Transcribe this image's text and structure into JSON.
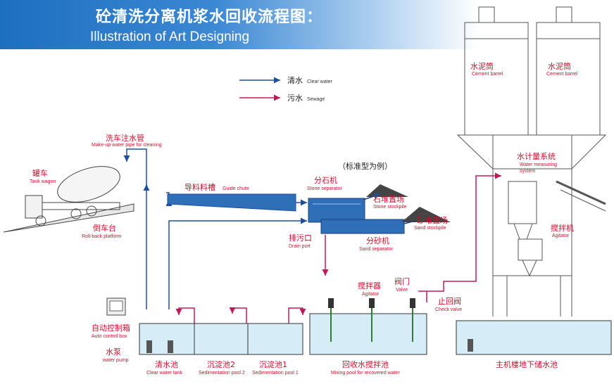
{
  "header": {
    "title_zh": "砼清洗分离机浆水回收流程图：",
    "title_en": "Illustration of Art Designing"
  },
  "legend": {
    "clear_zh": "清水",
    "clear_en": "Clear water",
    "sewage_zh": "污水",
    "sewage_en": "Sewage"
  },
  "labels": {
    "cement1_zh": "水泥筒",
    "cement1_en": "Cement barrel",
    "cement2_zh": "水泥筒",
    "cement2_en": "Cement barrel",
    "pipe_zh": "洗车注水管",
    "pipe_en": "Make-up water pipe for cleaning",
    "tank_zh": "罐车",
    "tank_en": "Tank wagon",
    "rollback_zh": "倒车台",
    "rollback_en": "Roll-back platform",
    "chute_zh": "导料料槽",
    "chute_en": "Guide chute",
    "standard": "（标准型为例）",
    "stonesep_zh": "分石机",
    "stonesep_en": "Stone separator",
    "stonepile_zh": "石堆置场",
    "stonepile_en": "Stone stockpile",
    "sandpile_zh": "砂堆置场",
    "sandpile_en": "Sand stockpile",
    "drain_zh": "排污口",
    "drain_en": "Drain port",
    "sandsep_zh": "分砂机",
    "sandsep_en": "Sand separator",
    "watermeas_zh": "水计量系统",
    "watermeas_en1": "Water measuring",
    "watermeas_en2": "system",
    "mixer_zh": "搅拌机",
    "mixer_en": "Agitator",
    "agitator_zh": "搅拌器",
    "agitator_en": "Agitator",
    "valve_zh": "阀门",
    "valve_en": "Valve",
    "check_zh": "止回阀",
    "check_en": "Check valve",
    "control_zh": "自动控制箱",
    "control_en": "Auto control box",
    "pump_zh": "水泵",
    "pump_en": "water pump",
    "clear_zh": "清水池",
    "clear_en": "Clear water tank",
    "sed2_zh": "沉淀池2",
    "sed2_en": "Sedimentation pool 2",
    "sed1_zh": "沉淀池1",
    "sed1_en": "Sedimentation pool 1",
    "mixpool_zh": "回收水搅拌池",
    "mixpool_en": "Mixing pool for recovered water",
    "storage_zh": "主机楼地下储水池"
  },
  "colors": {
    "clear_water": "#1f4e9c",
    "sewage": "#c2185b",
    "label": "#c8102e",
    "water": "#d6ecf6"
  }
}
